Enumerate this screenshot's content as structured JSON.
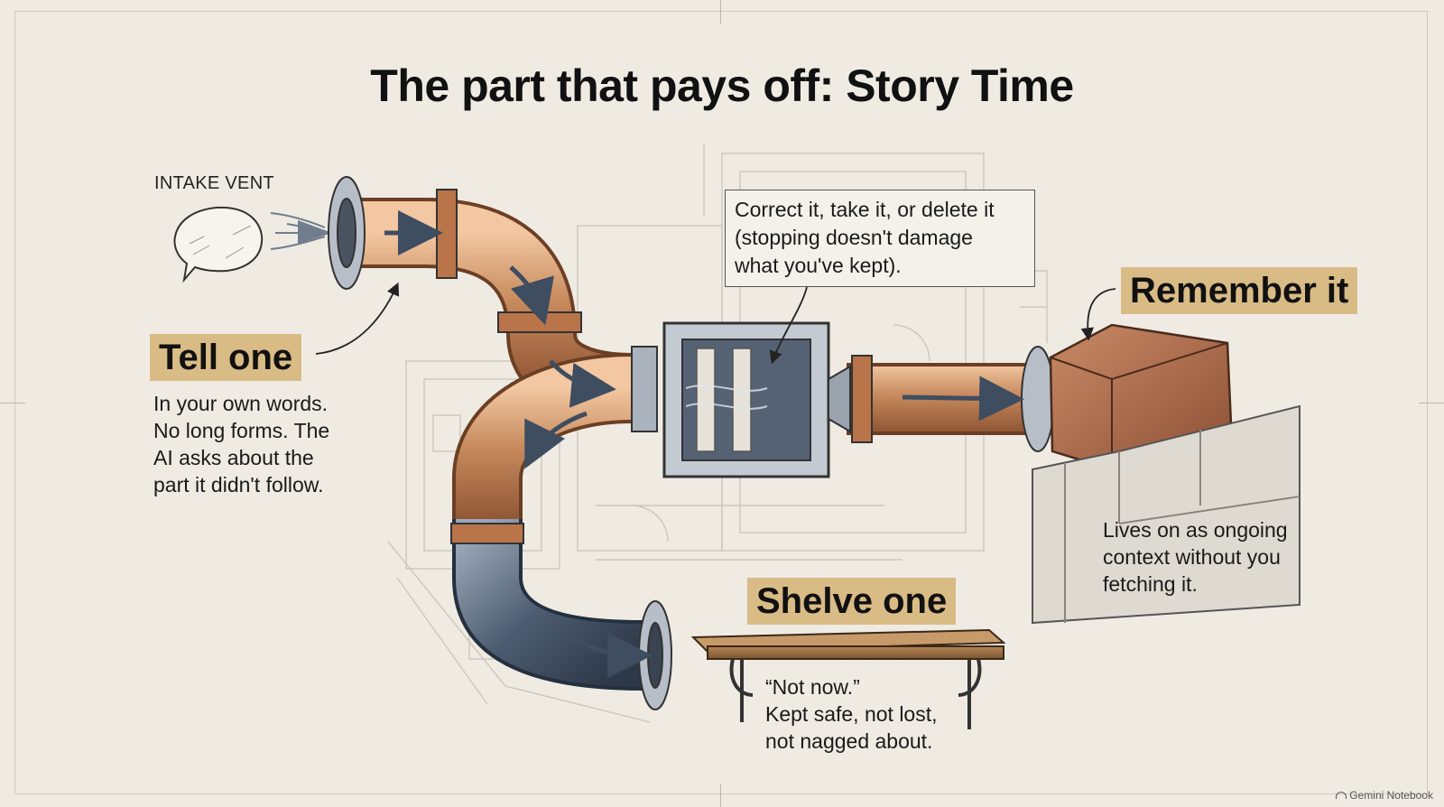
{
  "title": "The part that pays off: Story Time",
  "intake_label": "INTAKE VENT",
  "tell": {
    "tag": "Tell one",
    "lines": [
      "In your own words.",
      "No long forms. The",
      "AI asks about the",
      "part it didn't follow."
    ]
  },
  "filter": {
    "lines": [
      "Correct it, take it, or delete it",
      "(stopping doesn't damage",
      "what you've kept)."
    ]
  },
  "remember": {
    "tag": "Remember it",
    "lines": [
      "Lives on as ongoing",
      "context without you",
      "fetching it."
    ]
  },
  "shelve": {
    "tag": "Shelve one",
    "lines": [
      "“Not now.”",
      "Kept safe, not lost,",
      "not nagged about."
    ]
  },
  "brand": "Gemini Notebook",
  "colors": {
    "tag_fill": "#d9bb86",
    "copper": "#c6895c",
    "steel": "#4d5c70",
    "brick": "#a9684a",
    "background": "#efebe3"
  },
  "icons": [
    "speech-bubble-icon",
    "flow-arrow-icon",
    "filter-housing-icon",
    "brick-icon",
    "shelf-icon"
  ]
}
